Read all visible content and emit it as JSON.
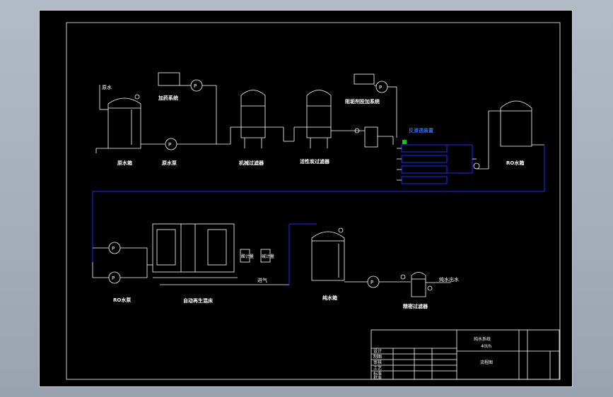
{
  "labels": {
    "raw_water": "原水",
    "dosing_device": "加药系统",
    "cleaning_device": "阻垢剂投加系统",
    "raw_tank": "原水箱",
    "raw_pump": "原水泵",
    "mech_filter": "机械过滤器",
    "carbon_filter": "活性炭过滤器",
    "ro_unit": "反渗透装置",
    "ro_tank": "RO水箱",
    "ro_pump": "RO水泵",
    "mixed_bed": "自动再生混床",
    "pure_tank": "纯水箱",
    "precision_filter": "精密过滤器",
    "pure_out": "纯水出水",
    "air": "进气",
    "acid": "酸计量",
    "alkali": "碱计量",
    "pump_symbol": "P"
  },
  "title_block": {
    "system_name": "纯水系统",
    "capacity": "40l/h",
    "drawing_name": "流程图",
    "row_labels": [
      "设计",
      "制图",
      "审核",
      "工艺",
      "标准",
      "批准"
    ]
  },
  "colors": {
    "line": "#ffffff",
    "pipe_blue": "#1a2aff",
    "ro_label": "#2a6bff",
    "valve_green": "#18c418"
  }
}
